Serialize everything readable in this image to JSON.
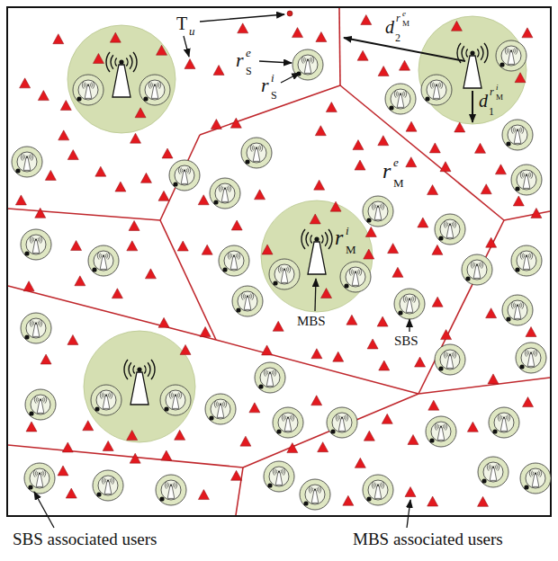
{
  "diagram": {
    "labels": [
      "T",
      "u",
      "r",
      "S",
      "e",
      "r",
      "S",
      "i",
      "d",
      "2",
      "r",
      "M",
      "e",
      "d",
      "1",
      "r",
      "M",
      "i",
      "r",
      "M",
      "e",
      "r",
      "M",
      "i",
      "MBS",
      "SBS",
      "SBS associated users",
      "MBS associated users"
    ]
  }
}
